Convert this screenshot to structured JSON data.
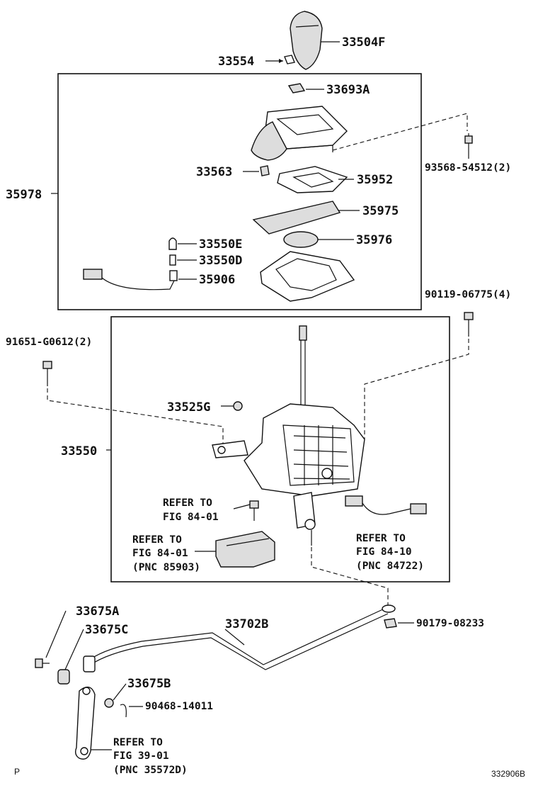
{
  "labels": {
    "p33504F": "33504F",
    "p33554": "33554",
    "p33693A": "33693A",
    "p93568": "93568-54512(2)",
    "p33563": "33563",
    "p35952": "35952",
    "p35978": "35978",
    "p35975": "35975",
    "p33550E": "33550E",
    "p35976": "35976",
    "p33550D": "33550D",
    "p35906": "35906",
    "p90119": "90119-06775(4)",
    "p91651": "91651-G0612(2)",
    "p33525G": "33525G",
    "p33550": "33550",
    "p33675A": "33675A",
    "p33675C": "33675C",
    "p33702B": "33702B",
    "p90179": "90179-08233",
    "p33675B": "33675B",
    "p90468": "90468-14011"
  },
  "refs": {
    "r1": [
      "REFER TO",
      "FIG 84-01"
    ],
    "r2": [
      "REFER TO",
      "FIG 84-01",
      "(PNC 85903)"
    ],
    "r3": [
      "REFER TO",
      "FIG 84-10",
      "(PNC 84722)"
    ],
    "r4": [
      "REFER TO",
      "FIG 39-01",
      "(PNC 35572D)"
    ]
  },
  "footer": {
    "left": "P",
    "right": "332906B"
  }
}
